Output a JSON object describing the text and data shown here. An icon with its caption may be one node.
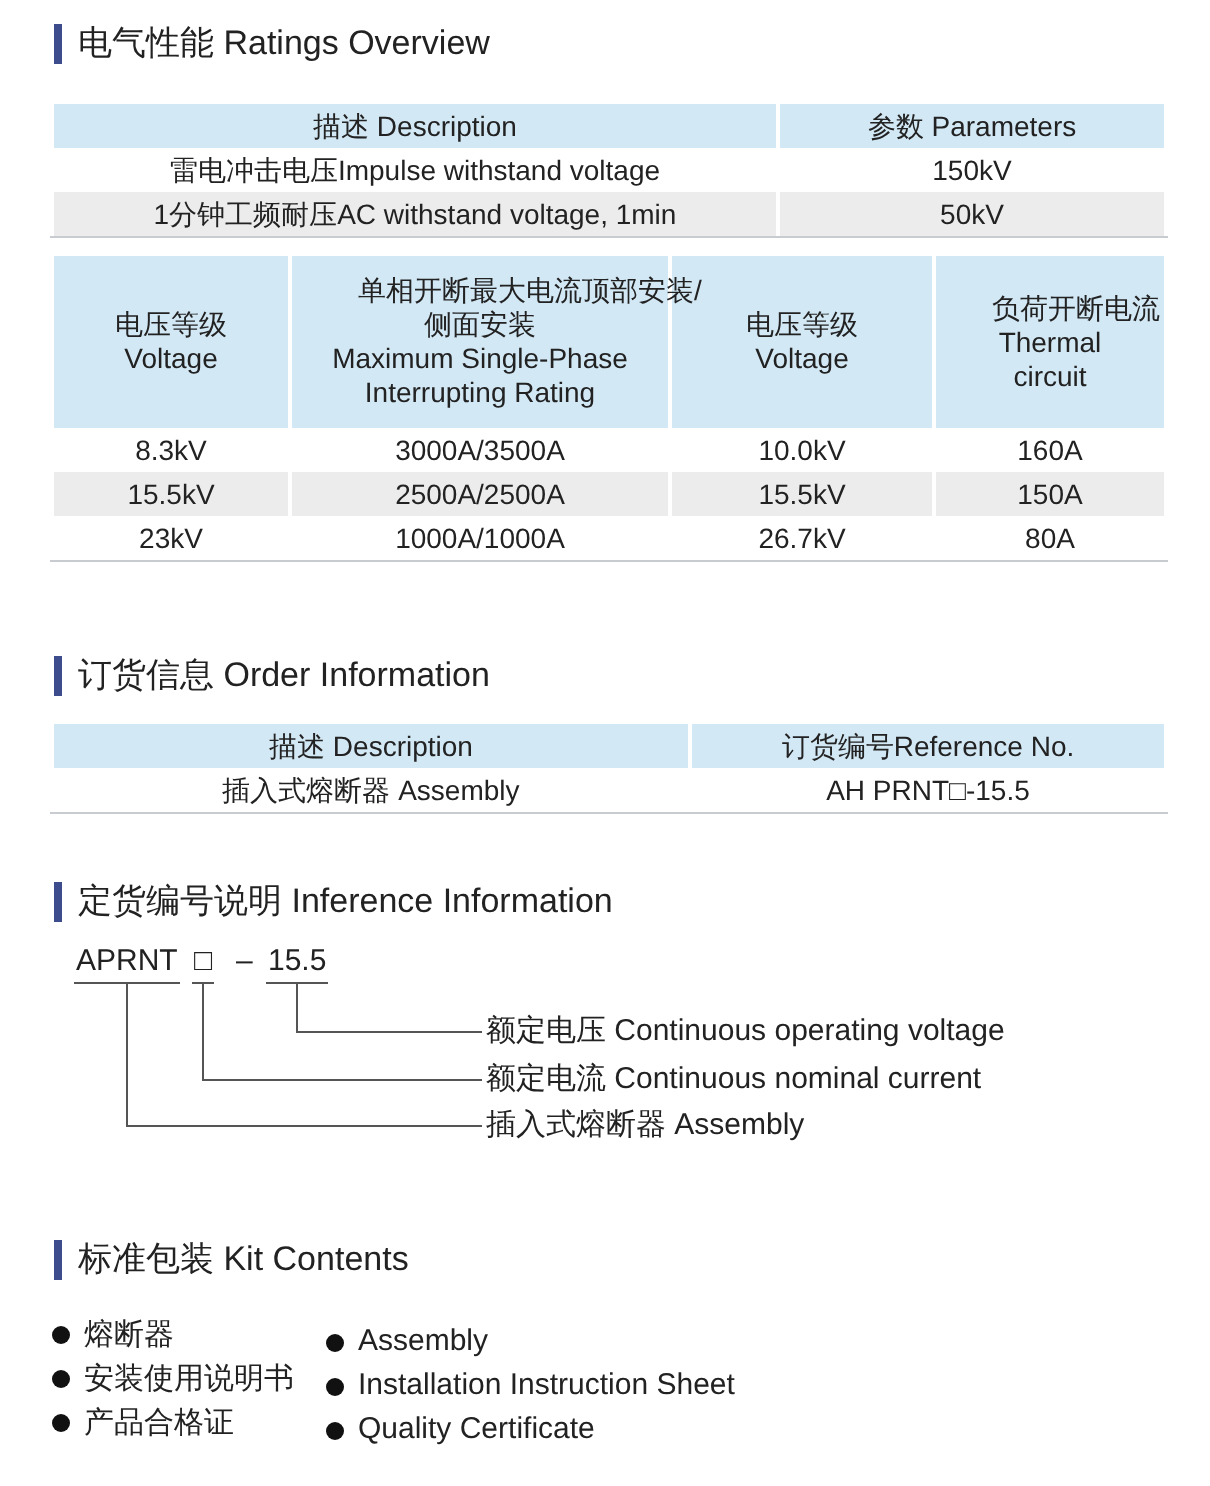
{
  "diagram": {
    "nodes": [
      {
        "text": [
          "APRNT"
        ]
      },
      {
        "text": [
          "□"
        ]
      },
      {
        "text": [
          "15.5"
        ]
      },
      {
        "text": [
          "额定电压 Continuous operating voltage"
        ]
      },
      {
        "text": [
          "额定电流 Continuous nominal current"
        ]
      },
      {
        "text": [
          "插入式熔断器 Assembly"
        ]
      }
    ],
    "edges": [
      {
        "from": 2,
        "to": 3,
        "arrow": "none"
      },
      {
        "from": 1,
        "to": 4,
        "arrow": "none"
      },
      {
        "from": 0,
        "to": 5,
        "arrow": "none"
      }
    ],
    "labels": [
      "电气性能 Ratings Overview",
      "描述 Description",
      "参数 Parameters",
      "雷电冲击电压Impulse withstand voltage",
      "150kV",
      "1分钟工频耐压AC withstand voltage, 1min",
      "50kV",
      "电压等级",
      "Voltage",
      "单相开断最大电流顶部安装/侧面安装",
      "Maximum Single-Phase Interrupting Rating",
      "电压等级",
      "Voltage",
      "负荷开断电流",
      "Thermal circuit",
      "8.3kV",
      "3000A/3500A",
      "10.0kV",
      "160A",
      "15.5kV",
      "2500A/2500A",
      "15.5kV",
      "150A",
      "23kV",
      "1000A/1000A",
      "26.7kV",
      "80A",
      "订货信息 Order Information",
      "描述 Description",
      "订货编号Reference No.",
      "插入式熔断器 Assembly",
      "AH PRNT□-15.5",
      "定货编号说明 Inference Information",
      "–",
      "标准包装 Kit Contents",
      "熔断器",
      "Assembly",
      "安装使用说明书",
      "Installation Instruction Sheet",
      "产品合格证",
      "Quality Certificate"
    ]
  }
}
